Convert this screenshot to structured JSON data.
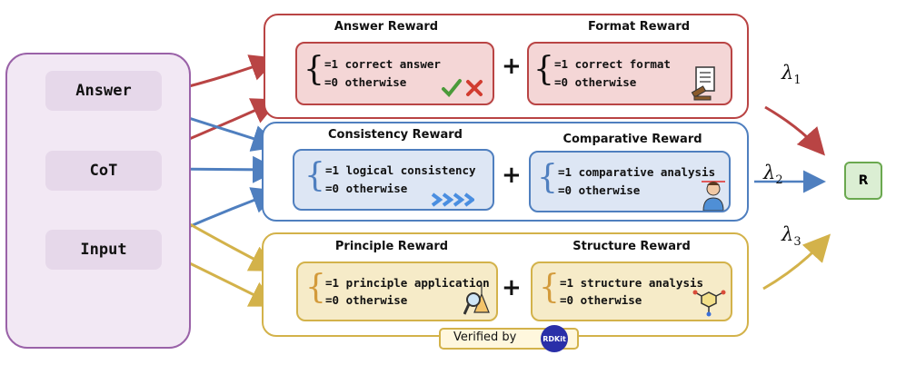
{
  "left": {
    "answer": "Answer",
    "cot": "CoT",
    "input": "Input"
  },
  "groups": {
    "answer": {
      "title": "Answer Reward",
      "line1": "=1 correct answer",
      "line2": "=0 otherwise"
    },
    "format": {
      "title": "Format Reward",
      "line1": "=1 correct format",
      "line2": "=0 otherwise"
    },
    "consistency": {
      "title": "Consistency Reward",
      "line1": "=1 logical consistency",
      "line2": "=0 otherwise"
    },
    "comparative": {
      "title": "Comparative Reward",
      "line1": "=1 comparative analysis",
      "line2": "=0 otherwise"
    },
    "principle": {
      "title": "Principle Reward",
      "line1": "=1 principle application",
      "line2": "=0 otherwise"
    },
    "structure": {
      "title": "Structure Reward",
      "line1": "=1 structure analysis",
      "line2": "=0 otherwise"
    }
  },
  "plus": "+",
  "lambdas": {
    "symbol": "λ",
    "l1": "1",
    "l2": "2",
    "l3": "3"
  },
  "result": "R",
  "verified": {
    "text": "Verified by",
    "logo": "RDKit"
  },
  "icons": [
    "check-icon",
    "cross-icon",
    "document-gavel-icon",
    "chevron-arrows-icon",
    "person-icon",
    "magnifier-flask-icon",
    "molecule-icon"
  ],
  "colors": {
    "red": "#b94444",
    "blue": "#4f7fbf",
    "yellow": "#d3b24a",
    "purple": "#9a62a8",
    "green": "#6aa84f"
  }
}
